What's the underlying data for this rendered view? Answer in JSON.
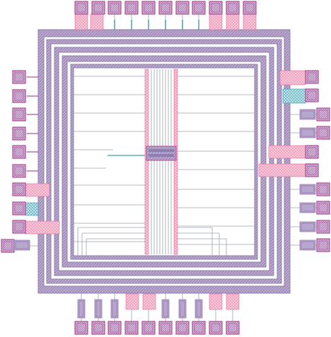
{
  "layout_view": {
    "colors": {
      "background": "#ffffff",
      "metal_fill": "#b3a9cf",
      "metal_stroke": "#8e7fb3",
      "pad_fill": "#d8a8c8",
      "pad_stroke": "#b14b94",
      "pink_region": "#f4b9cb",
      "teal_region": "#a8d3d8",
      "routing": "#9aa0ad",
      "teal_wire": "#3a9ab0",
      "pink_wire": "#e06aa0",
      "core_fill": "#ffffff"
    },
    "pads": {
      "top_count": 11,
      "bottom_count": 10,
      "left_count": 10,
      "right_count": 10
    },
    "icons": [
      "hatch-pattern-icon",
      "bond-pad-icon",
      "esd-cell-icon"
    ]
  }
}
